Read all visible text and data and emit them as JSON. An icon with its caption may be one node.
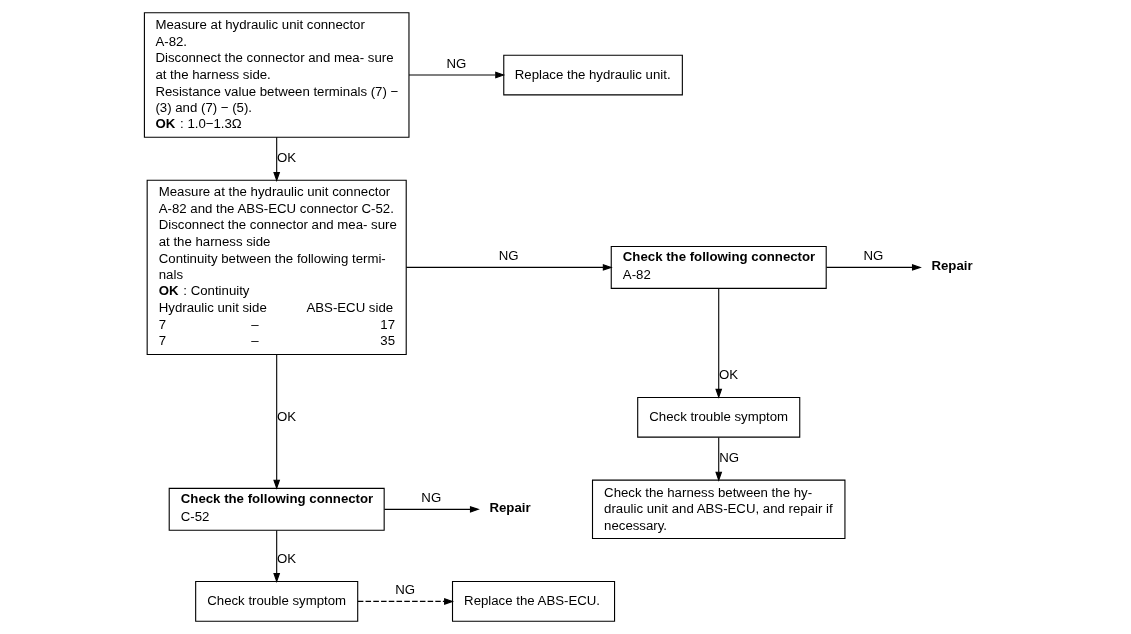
{
  "diagram": {
    "nodes": [
      {
        "text": [
          "Measure at hydraulic unit connector A-82.",
          "Disconnect the connector and mea- sure at the harness side.",
          "Resistance value between terminals (7) − (3) and (7) − (5).",
          "**OK** : 1.0−1.3Ω"
        ]
      },
      {
        "text": [
          "Measure at the hydraulic unit connector A-82 and the ABS-ECU connector C-52.",
          "Disconnect the connector and mea- sure at the harness side",
          "Continuity between the following termi- nals",
          "**OK** : Continuity",
          "Hydraulic unit side",
          "ABS-ECU side",
          "7",
          "–",
          "17",
          "7",
          "–",
          "35"
        ]
      },
      {
        "text": [
          "Replace the hydraulic unit."
        ]
      },
      {
        "text": [
          "**Check the following connector**",
          "A-82"
        ]
      },
      {
        "text": [
          "**Repair**"
        ]
      },
      {
        "text": [
          "Check trouble symptom"
        ]
      },
      {
        "text": [
          "Check the harness between the hy- draulic unit and ABS-ECU, and repair if necessary."
        ]
      },
      {
        "text": [
          "**Check the following connector**",
          "C-52"
        ]
      },
      {
        "text": [
          "**Repair**"
        ]
      },
      {
        "text": [
          "Check trouble symptom"
        ]
      },
      {
        "text": [
          "Replace the ABS-ECU."
        ]
      }
    ],
    "edges": [
      {
        "from": 0,
        "to": 2,
        "arrow": "to",
        "label": "NG"
      },
      {
        "from": 0,
        "to": 1,
        "arrow": "to",
        "label": "OK"
      },
      {
        "from": 1,
        "to": 3,
        "arrow": "to",
        "label": "NG"
      },
      {
        "from": 1,
        "to": 7,
        "arrow": "to",
        "label": "OK"
      },
      {
        "from": 3,
        "to": 4,
        "arrow": "to",
        "label": "NG"
      },
      {
        "from": 3,
        "to": 5,
        "arrow": "to",
        "label": "OK"
      },
      {
        "from": 5,
        "to": 6,
        "arrow": "to",
        "label": "NG"
      },
      {
        "from": 7,
        "to": 8,
        "arrow": "to",
        "label": "NG"
      },
      {
        "from": 7,
        "to": 9,
        "arrow": "to",
        "label": "OK"
      },
      {
        "from": 9,
        "to": 10,
        "arrow": "to",
        "label": "NG",
        "style": "dashed"
      }
    ]
  }
}
